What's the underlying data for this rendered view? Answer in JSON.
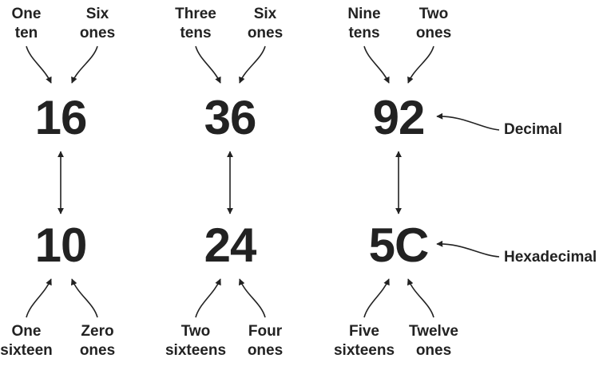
{
  "columns": [
    {
      "decimal": "16",
      "hex": "10",
      "top_left": [
        "One",
        "ten"
      ],
      "top_right": [
        "Six",
        "ones"
      ],
      "bottom_left": [
        "One",
        "sixteen"
      ],
      "bottom_right": [
        "Zero",
        "ones"
      ]
    },
    {
      "decimal": "36",
      "hex": "24",
      "top_left": [
        "Three",
        "tens"
      ],
      "top_right": [
        "Six",
        "ones"
      ],
      "bottom_left": [
        "Two",
        "sixteens"
      ],
      "bottom_right": [
        "Four",
        "ones"
      ]
    },
    {
      "decimal": "92",
      "hex": "5C",
      "top_left": [
        "Nine",
        "tens"
      ],
      "top_right": [
        "Two",
        "ones"
      ],
      "bottom_left": [
        "Five",
        "sixteens"
      ],
      "bottom_right": [
        "Twelve",
        "ones"
      ]
    }
  ],
  "side_labels": {
    "decimal": "Decimal",
    "hexadecimal": "Hexadecimal"
  },
  "colors": {
    "ink": "#222222",
    "background": "#ffffff"
  }
}
